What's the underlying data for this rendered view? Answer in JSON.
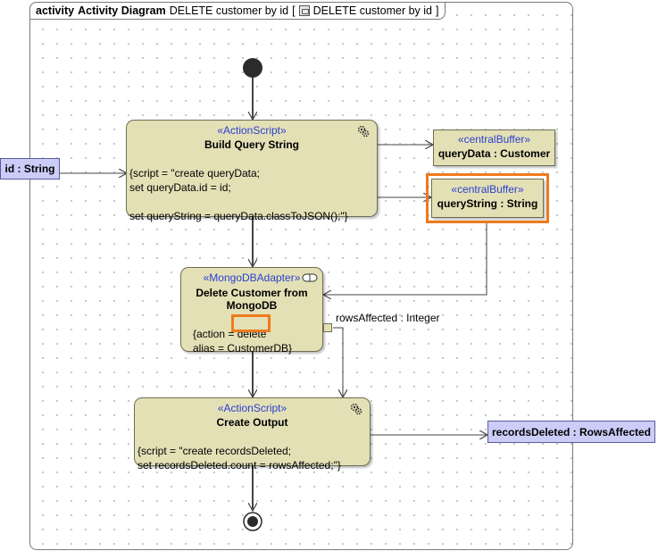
{
  "frame": {
    "kind": "activity",
    "diagram_type": "Activity Diagram",
    "name": "DELETE customer by id",
    "bracket_open": "[",
    "behavior": "DELETE customer by id",
    "bracket_close": "]"
  },
  "inputs": {
    "id_param": "id : String"
  },
  "outputs": {
    "records_param": "recordsDeleted : RowsAffected"
  },
  "actions": {
    "build": {
      "stereotype": "«ActionScript»",
      "name": "Build Query String",
      "lines": [
        "{script = \"create queryData;",
        "set queryData.id = id;",
        "",
        "set queryString = queryData.classToJSON();\"}"
      ]
    },
    "delete": {
      "stereotype": "«MongoDBAdapter»",
      "name_line1": "Delete Customer from",
      "name_line2": "MongoDB",
      "action_prefix": "{action = ",
      "action_value": "delete",
      "alias_line": "alias = CustomerDB}"
    },
    "output": {
      "stereotype": "«ActionScript»",
      "name": "Create Output",
      "lines": [
        "{script = \"create recordsDeleted;",
        "set recordsDeleted.count = rowsAffected;\"}"
      ]
    }
  },
  "buffers": {
    "query_data": {
      "stereotype": "«centralBuffer»",
      "name": "queryData : Customer"
    },
    "query_string": {
      "stereotype": "«centralBuffer»",
      "name": "queryString : String"
    }
  },
  "edge_labels": {
    "rows_affected": "rowsAffected : Integer"
  },
  "highlight_color": "#ef7a1e",
  "action_fill": "#e3e0b6",
  "param_fill": "#ccccf8",
  "stereotype_color": "#2a3fd1"
}
